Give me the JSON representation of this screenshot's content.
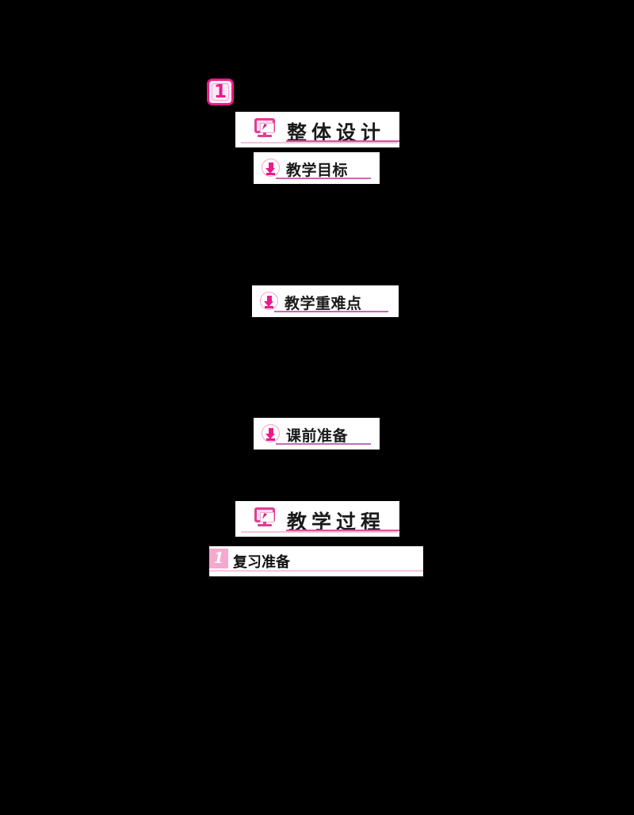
{
  "document": {
    "chapter_number": "1",
    "background_color": "#000000",
    "accent_color": "#ec1a8c",
    "accent_light_color": "#f5a9cf",
    "rule_color": "#c76bb0"
  },
  "sections": [
    {
      "id": "overall-design",
      "level": "h1",
      "title": "整体设计",
      "icon": "monitor-cursor-icon"
    },
    {
      "id": "teaching-objectives",
      "level": "h2",
      "title": "教学目标",
      "icon": "circled-down-arrow-icon"
    },
    {
      "id": "key-difficult-points",
      "level": "h2",
      "title": "教学重难点",
      "icon": "circled-down-arrow-icon"
    },
    {
      "id": "pre-class-preparation",
      "level": "h2",
      "title": "课前准备",
      "icon": "circled-down-arrow-icon"
    },
    {
      "id": "teaching-process",
      "level": "h1",
      "title": "教学过程",
      "icon": "monitor-cursor-icon"
    },
    {
      "id": "review-preparation",
      "level": "step",
      "step_number": "1",
      "title": "复习准备"
    }
  ]
}
